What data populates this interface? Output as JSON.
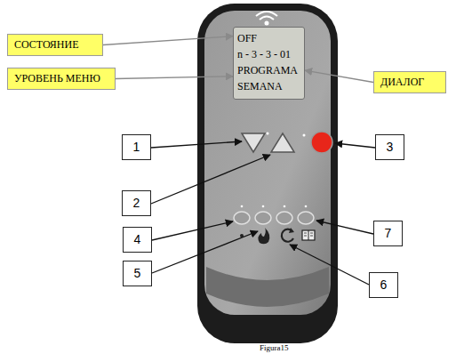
{
  "diagram": {
    "caption": "Figura15",
    "nodes": [
      {
        "text": [
          "СОСТОЯНИЕ"
        ]
      },
      {
        "text": [
          "OFF",
          "n - 3 - 3 - 01",
          "PROGRAMA SEMANA"
        ]
      },
      {
        "text": [
          "УРОВЕНЬ МЕНЮ"
        ]
      },
      {
        "text": [
          "ДИАЛОГ"
        ]
      },
      {
        "text": [
          "1"
        ]
      },
      {
        "text": [
          "3"
        ]
      },
      {
        "text": [
          "2"
        ]
      },
      {
        "text": [
          "7"
        ]
      },
      {
        "text": [
          "4"
        ]
      },
      {
        "text": [
          "5"
        ]
      },
      {
        "text": [
          "6"
        ]
      }
    ],
    "edges": [
      {
        "from": 0,
        "to": 1,
        "arrow": "to"
      },
      {
        "from": 2,
        "to": 1,
        "arrow": "to"
      },
      {
        "from": 3,
        "to": 1,
        "arrow": "to"
      }
    ]
  }
}
